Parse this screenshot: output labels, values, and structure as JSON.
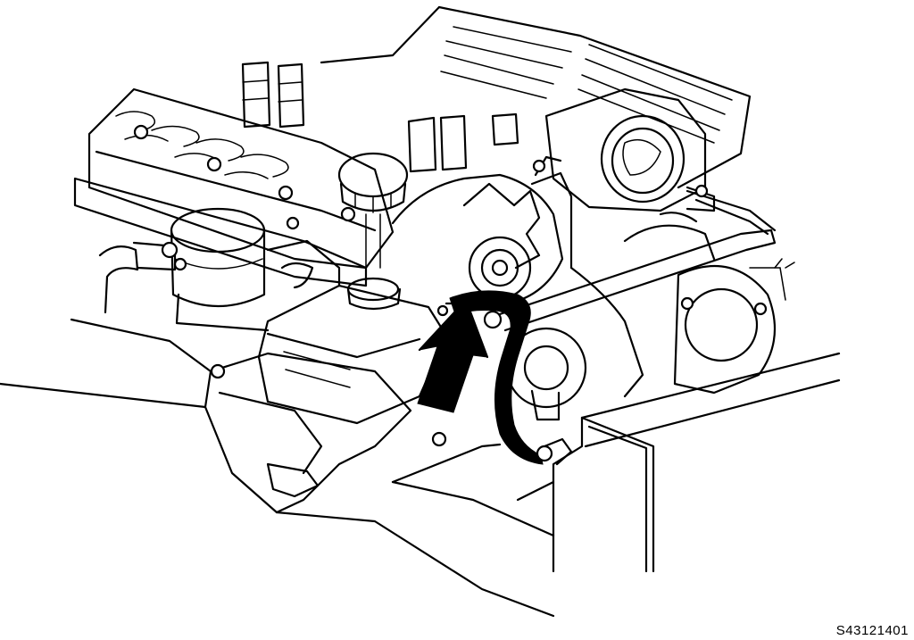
{
  "figure": {
    "code": "S43121401",
    "subject": "engine-compartment-hose-routing",
    "indicator": "arrow-pointing-to-hose-connection"
  }
}
